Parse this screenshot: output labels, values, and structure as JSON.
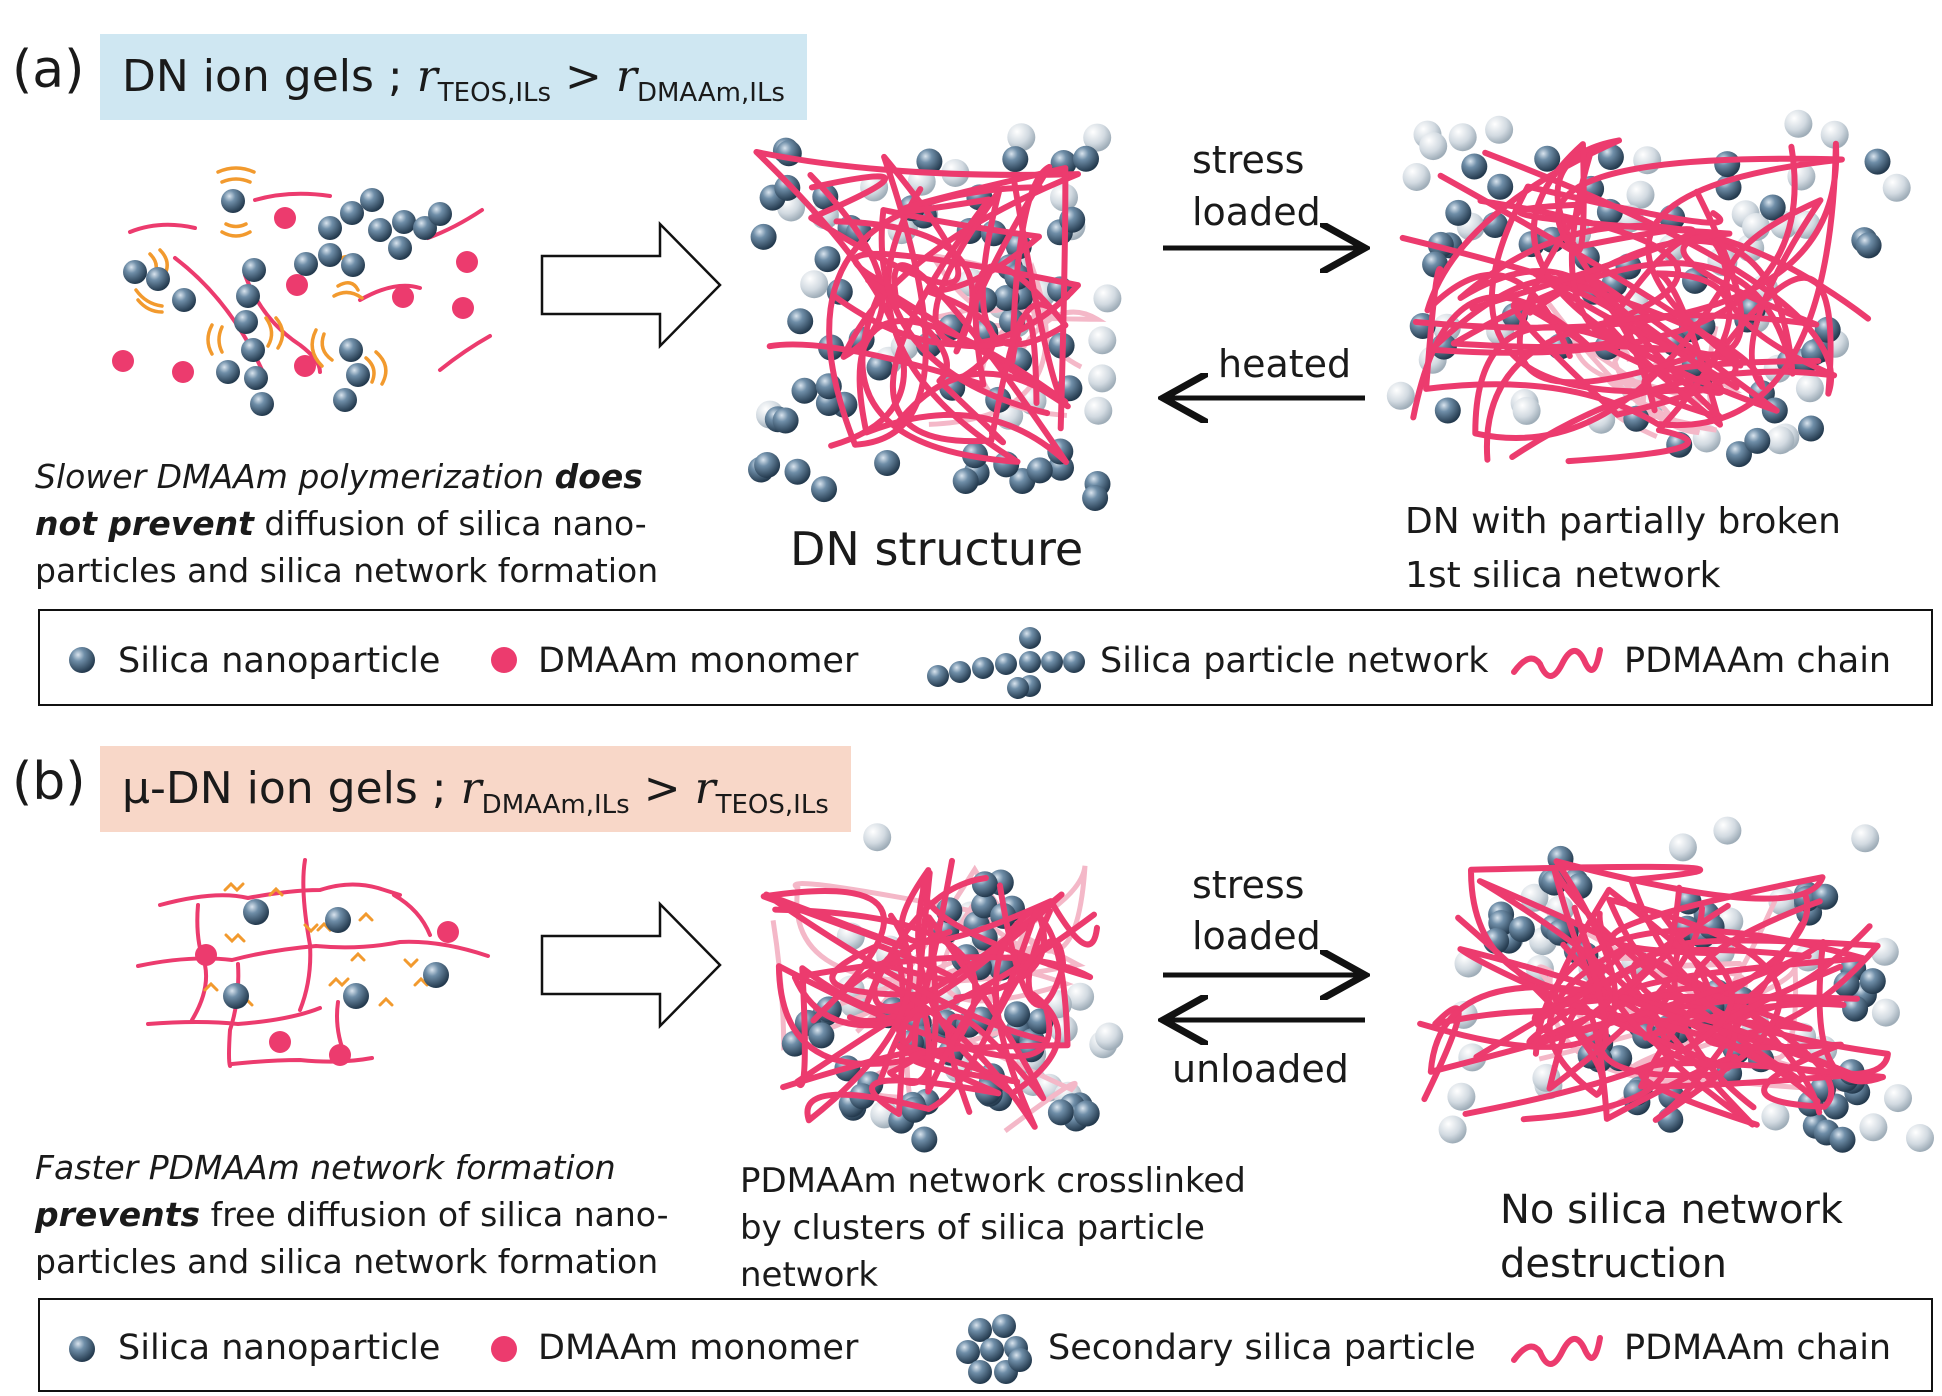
{
  "panel_a": {
    "label": "(a)",
    "title_main": "DN ion gels ; ",
    "title_r1": "r",
    "title_r1_sub": "TEOS,ILs",
    "title_op": " > ",
    "title_r2": "r",
    "title_r2_sub": "DMAAm,ILs",
    "title_bg": "#cfe7f2",
    "caption_line1_italic": "Slower DMAAm polymerization ",
    "caption_line1_bold": "does",
    "caption_line2_bold": "not prevent",
    "caption_line2_rest": " diffusion of silica nano-",
    "caption_line3": "particles and silica network formation",
    "arrow_top_label_1": "stress",
    "arrow_top_label_2": "loaded",
    "arrow_bottom_label": "heated",
    "structure_label": "DN structure",
    "right_label_1": "DN with partially broken",
    "right_label_2": "1st silica network",
    "legend": {
      "item1": "Silica nanoparticle",
      "item2": "DMAAm monomer",
      "item3": "Silica particle network",
      "item4": "PDMAAm chain"
    }
  },
  "panel_b": {
    "label": "(b)",
    "title_main": "μ-DN ion gels ; ",
    "title_r1": "r",
    "title_r1_sub": "DMAAm,ILs",
    "title_op": " > ",
    "title_r2": "r",
    "title_r2_sub": "TEOS,ILs",
    "title_bg": "#f8d7c8",
    "caption_line1_italic": "Faster PDMAAm network formation",
    "caption_line2_bold": "prevents",
    "caption_line2_rest": " free diffusion of silica nano-",
    "caption_line3": "particles and silica network formation",
    "arrow_top_label_1": "stress",
    "arrow_top_label_2": "loaded",
    "arrow_bottom_label": "unloaded",
    "middle_label_1": "PDMAAm network crosslinked",
    "middle_label_2": "by clusters of silica particle",
    "middle_label_3": "network",
    "right_label_1": "No silica network",
    "right_label_2": "destruction",
    "legend": {
      "item1": "Silica nanoparticle",
      "item2": "DMAAm monomer",
      "item3": "Secondary silica particle",
      "item4": "PDMAAm chain"
    }
  },
  "colors": {
    "silica": "#4d6d86",
    "silica_light": "#c8d2da",
    "monomer": "#ec3b6e",
    "chain": "#ec3b6e",
    "chain_faint": "#f4b8c8",
    "wave": "#f29a2e"
  }
}
